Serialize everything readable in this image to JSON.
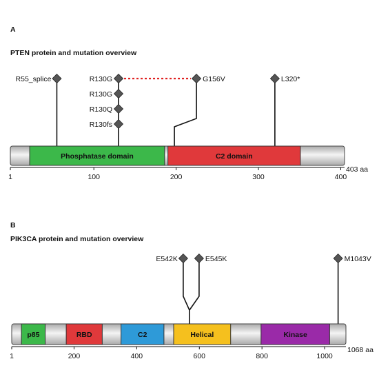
{
  "panels": [
    {
      "letter": "A",
      "title": "PTEN protein and mutation overview",
      "length_label": "403 aa",
      "protein_length": 403,
      "ticks": [
        "1",
        "100",
        "200",
        "300",
        "400"
      ],
      "domains": [
        {
          "name": "Phosphatase domain",
          "start": 22,
          "end": 186,
          "color": "#3cb84a"
        },
        {
          "name": "C2 domain",
          "start": 190,
          "end": 351,
          "color": "#e0393b"
        }
      ],
      "mutations": [
        {
          "label": "R55_splice",
          "position": 55
        },
        {
          "label": "R130G",
          "position": 130
        },
        {
          "label": "R130G",
          "position": 130
        },
        {
          "label": "R130Q",
          "position": 130
        },
        {
          "label": "R130fs",
          "position": 130
        },
        {
          "label": "G156V",
          "position": 156
        },
        {
          "label": "L320*",
          "position": 320
        }
      ],
      "link_color": "#e02020"
    },
    {
      "letter": "B",
      "title": "PIK3CA protein and mutation overview",
      "length_label": "1068 aa",
      "protein_length": 1068,
      "ticks": [
        "1",
        "200",
        "400",
        "600",
        "800",
        "1000"
      ],
      "domains": [
        {
          "name": "p85",
          "start": 32,
          "end": 108,
          "color": "#3cb84a"
        },
        {
          "name": "RBD",
          "start": 175,
          "end": 290,
          "color": "#e0393b"
        },
        {
          "name": "C2",
          "start": 350,
          "end": 487,
          "color": "#2e9ad8"
        },
        {
          "name": "Helical",
          "start": 518,
          "end": 700,
          "color": "#f5c01e"
        },
        {
          "name": "Kinase",
          "start": 797,
          "end": 1016,
          "color": "#9a2aa8"
        }
      ],
      "mutations": [
        {
          "label": "E542K",
          "position": 542
        },
        {
          "label": "E545K",
          "position": 545
        },
        {
          "label": "M1043V",
          "position": 1043
        }
      ]
    }
  ],
  "colors": {
    "backbone_light": "#f4f4f4",
    "backbone_dark": "#aaaaaa",
    "diamond": "#555555",
    "stem": "#111111"
  }
}
